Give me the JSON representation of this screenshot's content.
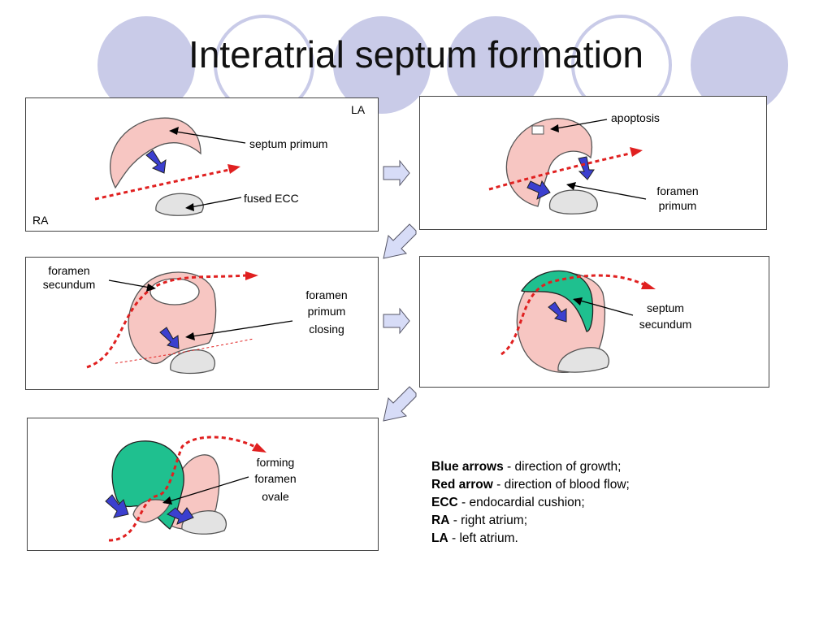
{
  "title": "Interatrial septum formation",
  "colors": {
    "circle_fill": "#c9cbe8",
    "septum_primum": "#f7c6c2",
    "septum_secundum": "#1fc08f",
    "cushion": "#e3e3e3",
    "blue_arrow": "#3b3fcf",
    "red_arrow": "#e02020",
    "step_arrow": "#d7dcf7"
  },
  "panels": {
    "p1": {
      "la": "LA",
      "ra": "RA",
      "septum_primum": "septum primum",
      "fused_ecc": "fused ECC"
    },
    "p2": {
      "apoptosis": "apoptosis",
      "foramen_primum_1": "foramen",
      "foramen_primum_2": "primum"
    },
    "p3": {
      "foramen_secundum_1": "foramen",
      "foramen_secundum_2": "secundum",
      "closing_1": "foramen",
      "closing_2": "primum",
      "closing_3": "closing"
    },
    "p4": {
      "septum_secundum_1": "septum",
      "septum_secundum_2": "secundum"
    },
    "p5": {
      "forming_1": "forming",
      "forming_2": "foramen",
      "forming_3": "ovale"
    }
  },
  "legend": [
    {
      "term": "Blue arrows",
      "desc": " - direction of growth;"
    },
    {
      "term": "Red arrow",
      "desc": " - direction of blood flow;"
    },
    {
      "term": "ECC",
      "desc": " - endocardial cushion;"
    },
    {
      "term": "RA",
      "desc": " - right atrium;"
    },
    {
      "term": "LA",
      "desc": " - left atrium."
    }
  ]
}
